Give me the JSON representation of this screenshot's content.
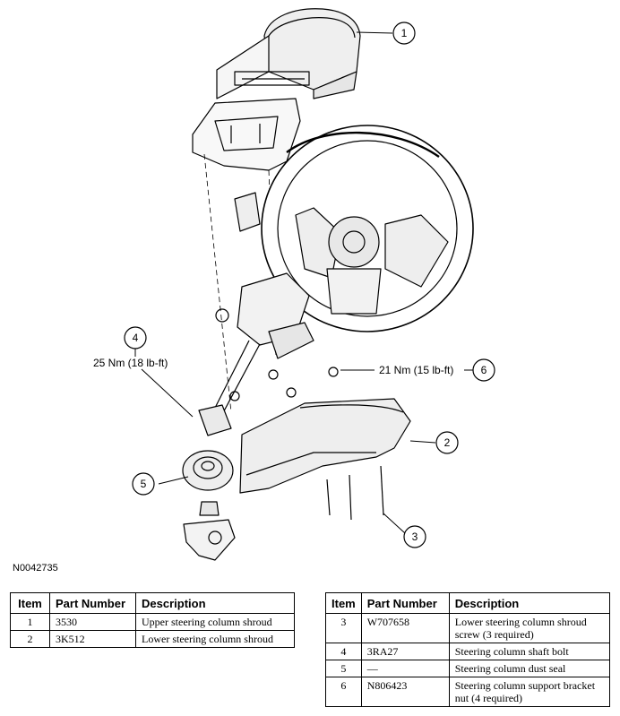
{
  "diagram": {
    "figure_id": "N0042735",
    "callouts": [
      "1",
      "2",
      "3",
      "4",
      "5",
      "6"
    ],
    "torque_4": "25 Nm (18 lb-ft)",
    "torque_6": "21 Nm (15 lb-ft)"
  },
  "table": {
    "headers": {
      "item": "Item",
      "part": "Part Number",
      "desc": "Description"
    },
    "left": [
      {
        "item": "1",
        "part": "3530",
        "desc": "Upper steering column shroud"
      },
      {
        "item": "2",
        "part": "3K512",
        "desc": "Lower steering column shroud"
      }
    ],
    "right": [
      {
        "item": "3",
        "part": "W707658",
        "desc": "Lower steering column shroud screw (3 required)"
      },
      {
        "item": "4",
        "part": "3RA27",
        "desc": "Steering column shaft bolt"
      },
      {
        "item": "5",
        "part": "—",
        "desc": "Steering column dust seal"
      },
      {
        "item": "6",
        "part": "N806423",
        "desc": "Steering column support bracket nut (4 required)"
      }
    ]
  }
}
